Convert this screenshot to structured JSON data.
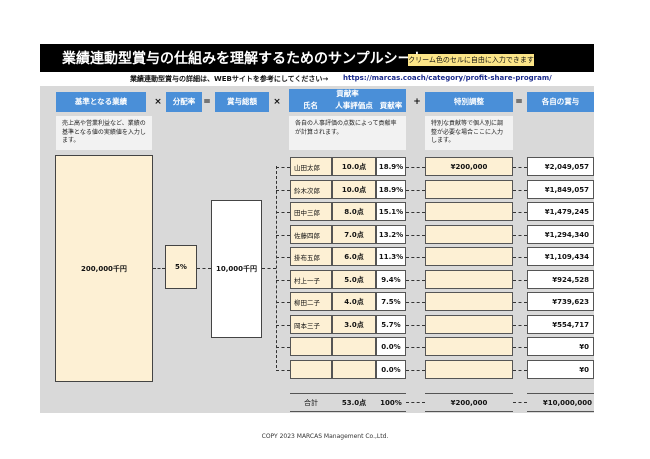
{
  "header": {
    "title": "業績連動型賞与の仕組みを理解するためのサンプルシート",
    "cream_note": "クリーム色のセルに自由に入力できます",
    "desc": "業績連動型賞与の詳細は、WEBサイトを参考にしてください→",
    "url": "https://marcas.coach/category/profit-share-program/"
  },
  "headers": {
    "base": "基準となる業績",
    "times1": "×",
    "rate": "分配率",
    "equals1": "=",
    "total": "賞与総額",
    "times2": "×",
    "contrib_title": "貢献率",
    "name": "氏名",
    "score": "人事評価点",
    "contrib": "貢献率",
    "plus": "+",
    "adjust": "特別調整",
    "equals2": "=",
    "bonus": "各自の賞与"
  },
  "notes": {
    "base": "売上高や営業利益など、業績の基準となる値の実績値を入力します。",
    "contrib": "各自の人事評価の点数によって貢献率が計算されます。",
    "adjust": "特別な貢献等で個人別に調整が必要な場合ここに入力します。"
  },
  "values": {
    "base": "200,000千円",
    "rate": "5%",
    "total": "10,000千円"
  },
  "rows": [
    {
      "name": "山田太郎",
      "score": "10.0点",
      "contrib": "18.9%",
      "adjust": "¥200,000",
      "bonus": "¥2,049,057"
    },
    {
      "name": "鈴木次郎",
      "score": "10.0点",
      "contrib": "18.9%",
      "adjust": "",
      "bonus": "¥1,849,057"
    },
    {
      "name": "田中三郎",
      "score": "8.0点",
      "contrib": "15.1%",
      "adjust": "",
      "bonus": "¥1,479,245"
    },
    {
      "name": "佐藤四郎",
      "score": "7.0点",
      "contrib": "13.2%",
      "adjust": "",
      "bonus": "¥1,294,340"
    },
    {
      "name": "掛布五郎",
      "score": "6.0点",
      "contrib": "11.3%",
      "adjust": "",
      "bonus": "¥1,109,434"
    },
    {
      "name": "村上一子",
      "score": "5.0点",
      "contrib": "9.4%",
      "adjust": "",
      "bonus": "¥924,528"
    },
    {
      "name": "柳田二子",
      "score": "4.0点",
      "contrib": "7.5%",
      "adjust": "",
      "bonus": "¥739,623"
    },
    {
      "name": "岡本三子",
      "score": "3.0点",
      "contrib": "5.7%",
      "adjust": "",
      "bonus": "¥554,717"
    },
    {
      "name": "",
      "score": "",
      "contrib": "0.0%",
      "adjust": "",
      "bonus": "¥0"
    },
    {
      "name": "",
      "score": "",
      "contrib": "0.0%",
      "adjust": "",
      "bonus": "¥0"
    }
  ],
  "totals": {
    "label": "合計",
    "score": "53.0点",
    "contrib": "100%",
    "adjust": "¥200,000",
    "bonus": "¥10,000,000"
  },
  "footer": "COPY 2023 MARCAS Management Co.,Ltd."
}
